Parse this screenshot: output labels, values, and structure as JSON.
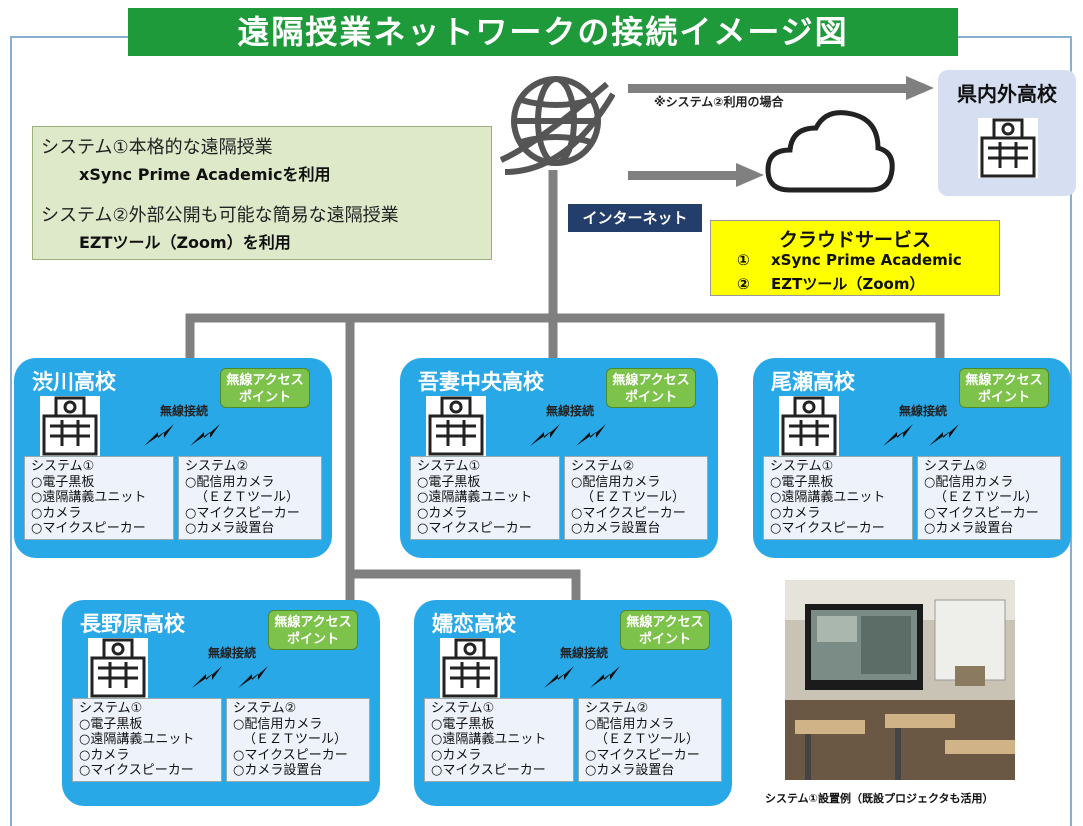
{
  "title": "遠隔授業ネットワークの接続イメージ図",
  "note": "※システム②利用の場合",
  "systems": [
    {
      "line1": "システム①本格的な遠隔授業",
      "line2": "xSync Prime Academicを利用"
    },
    {
      "line1": "システム②外部公開も可能な簡易な遠隔授業",
      "line2": "EZTツール（Zoom）を利用"
    }
  ],
  "internet_label": "インターネット",
  "cloud": {
    "title": "クラウドサービス",
    "items": [
      {
        "num": "①",
        "name": "xSync Prime Academic"
      },
      {
        "num": "②",
        "name": "EZTツール（Zoom）"
      }
    ]
  },
  "external": "県内外高校",
  "ap_line1": "無線アクセス",
  "ap_line2": "ポイント",
  "wireless_label": "無線接続",
  "sys1_items": [
    "システム①",
    "○電子黒板",
    "○遠隔講義ユニット",
    "○カメラ",
    "○マイクスピーカー"
  ],
  "sys2_items": [
    "システム②",
    "○配信用カメラ",
    "（ＥＺＴツール）",
    "○マイクスピーカー",
    "○カメラ設置台"
  ],
  "schools": [
    "渋川高校",
    "吾妻中央高校",
    "尾瀬高校",
    "長野原高校",
    "嬬恋高校"
  ],
  "photo_caption": "システム①設置例（既設プロジェクタも活用）",
  "colors": {
    "title_bg": "#1f9a3a",
    "school_bg": "#29a8e8",
    "ap_bg": "#7dc24a",
    "cloud_bg": "#ffff00",
    "systems_bg": "#dde9c9",
    "internet_bg": "#243e6b",
    "line": "#808080"
  }
}
